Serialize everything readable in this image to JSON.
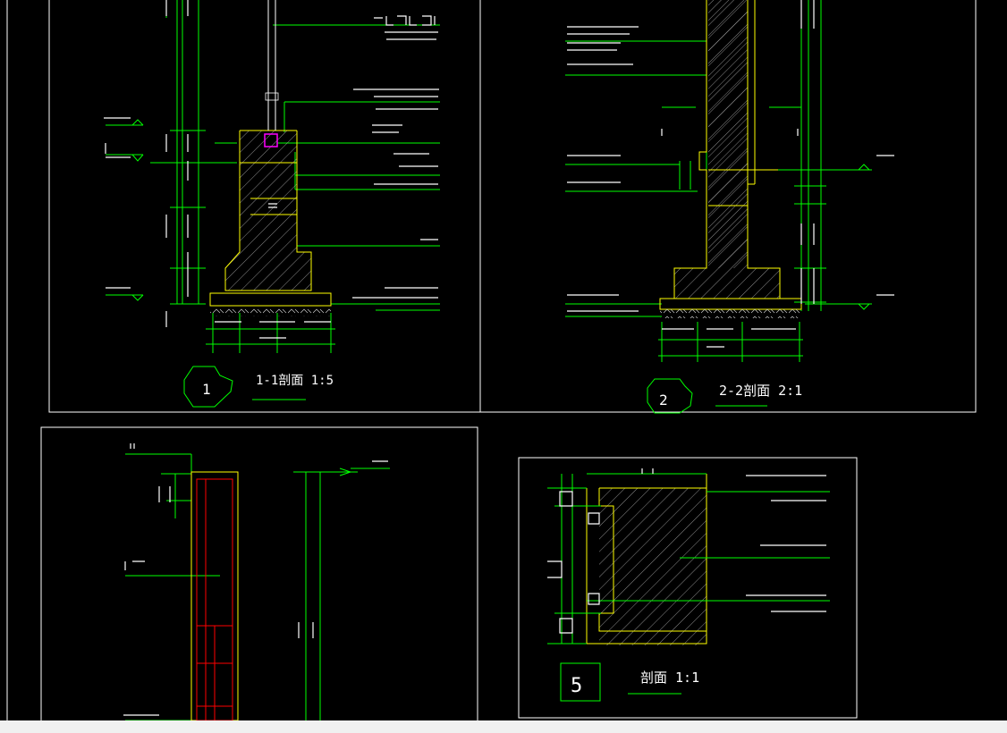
{
  "colors": {
    "background": "#000000",
    "frame": "#ffffff",
    "dim": "#00ff00",
    "wall": "#ffff00",
    "rebar": "#ff0000",
    "accent": "#ff00ff",
    "statusbar": "#f0f0f0"
  },
  "panels": {
    "detail1": {
      "bubble": "1",
      "title": "1-1剖面 1:5"
    },
    "detail2": {
      "bubble": "2",
      "title": "2-2剖面 2:1"
    },
    "detail5": {
      "bubble": "5",
      "title": "剖面 1:1"
    }
  }
}
